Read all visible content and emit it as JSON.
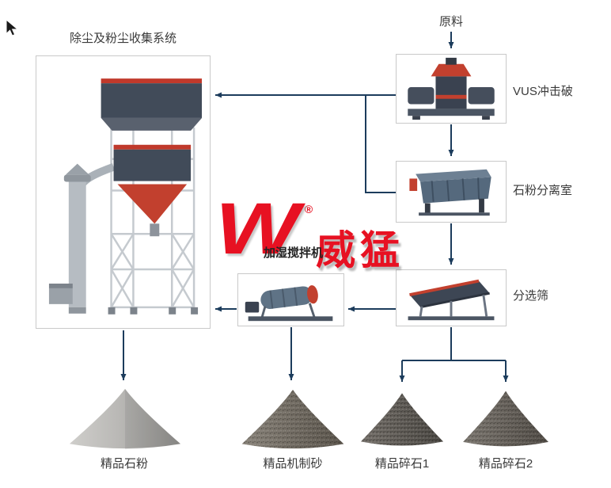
{
  "nodes": {
    "dust_system": {
      "label": "除尘及粉尘收集系统"
    },
    "raw_material": {
      "label": "原料"
    },
    "vus_crusher": {
      "label": "VUS冲击破"
    },
    "powder_separator": {
      "label": "石粉分离室"
    },
    "sorting_screen": {
      "label": "分选筛"
    },
    "humidifying_mixer": {
      "label": "加湿搅拌机"
    }
  },
  "outputs": [
    {
      "label": "精品石粉"
    },
    {
      "label": "精品机制砂"
    },
    {
      "label": "精品碎石1"
    },
    {
      "label": "精品碎石2"
    }
  ],
  "watermark": {
    "logo": "W",
    "reg": "®",
    "brand": "威猛"
  },
  "colors": {
    "brand_red": "#e60012",
    "arrow_navy": "#1c3c5c",
    "machine_red": "#c2402e",
    "machine_dark": "#414b59"
  }
}
